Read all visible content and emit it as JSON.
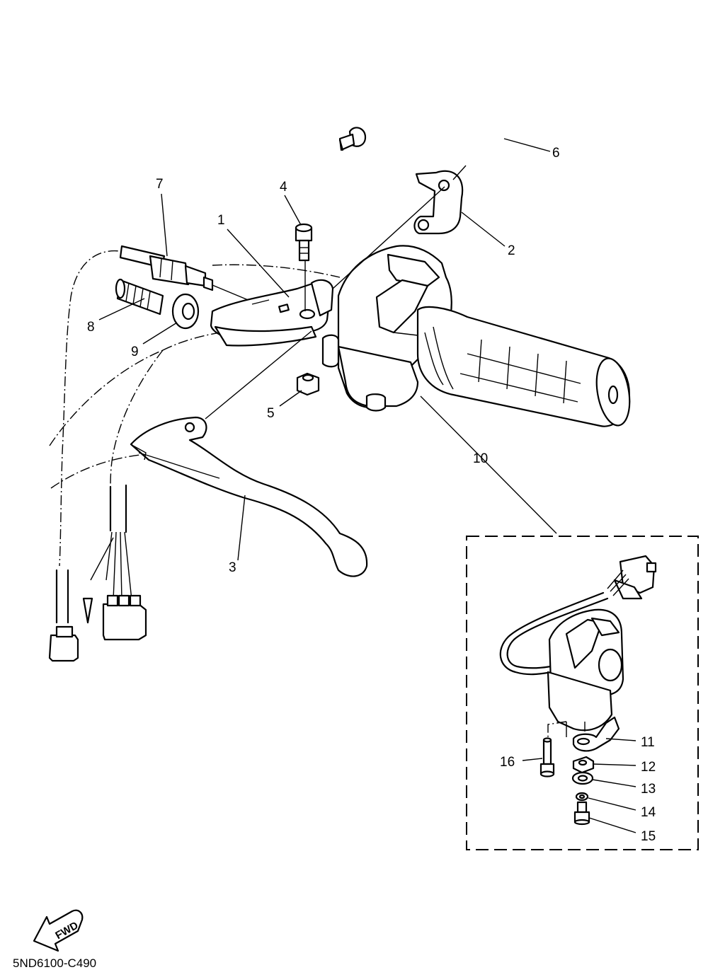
{
  "diagram": {
    "drawing_code": "5ND6100-C490",
    "fwd_label": "FWD",
    "callouts": {
      "c1": "1",
      "c2": "2",
      "c3": "3",
      "c4": "4",
      "c5": "5",
      "c6": "6",
      "c7": "7",
      "c8": "8",
      "c9": "9",
      "c10": "10",
      "c11": "11",
      "c12": "12",
      "c13": "13",
      "c14": "14",
      "c15": "15",
      "c16": "16"
    }
  }
}
